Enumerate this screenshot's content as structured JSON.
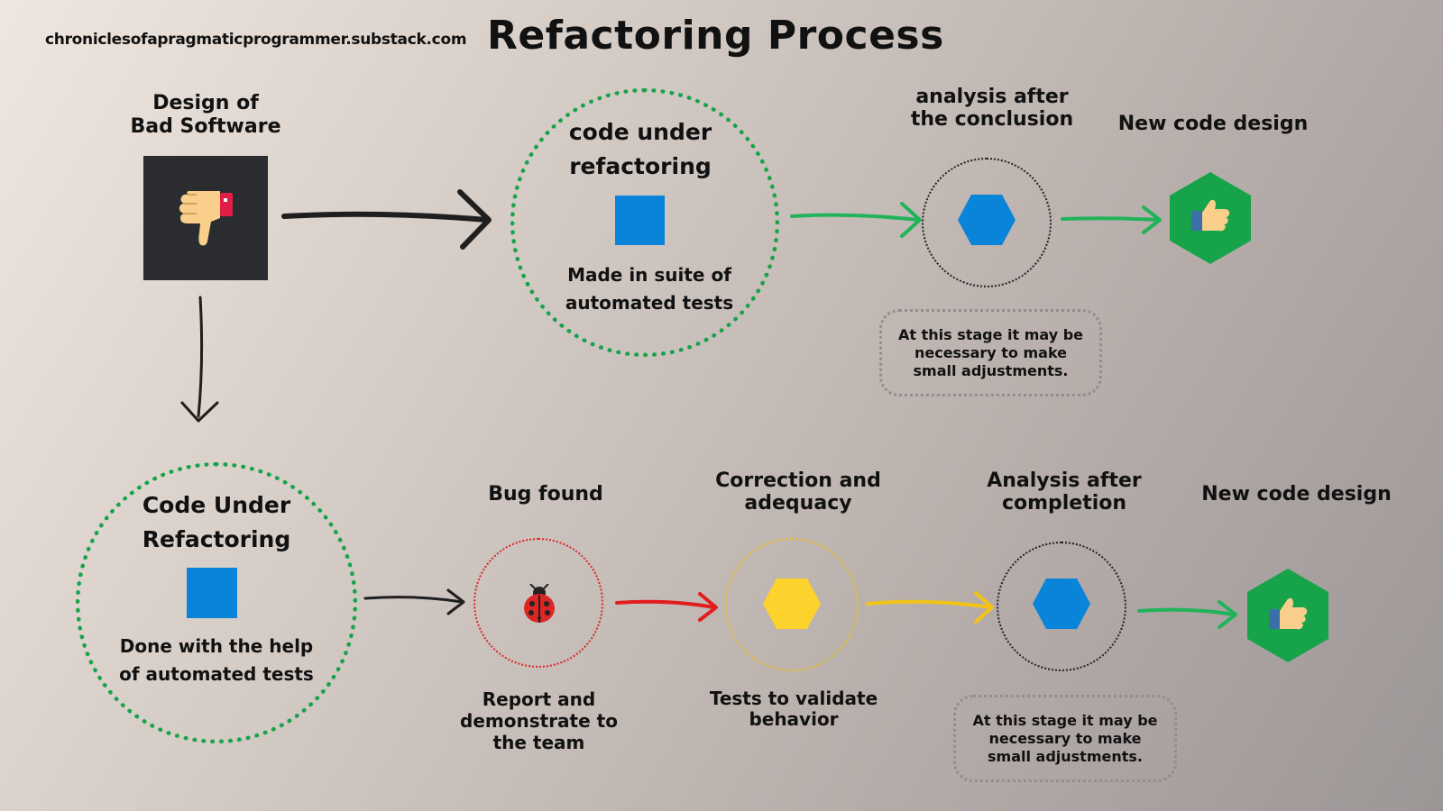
{
  "site": "chroniclesofapragmaticprogrammer.substack.com",
  "title": "Refactoring Process",
  "top": {
    "bad_design": "Design of\nBad Software",
    "circle_title": "code under\nrefactoring",
    "circle_sub": "Made in suite of\nautomated tests",
    "analysis": "analysis after\nthe conclusion",
    "new_design": "New code design",
    "note": "At this stage it may be necessary to make small adjustments."
  },
  "bottom": {
    "circle_title": "Code Under\nRefactoring",
    "circle_sub": "Done with the help\nof automated tests",
    "bug_found": "Bug found",
    "bug_sub": "Report and\ndemonstrate to\nthe team",
    "correction": "Correction and\nadequacy",
    "correction_sub": "Tests to validate\nbehavior",
    "analysis": "Analysis after\ncompletion",
    "new_design": "New code design",
    "note": "At this stage it may be necessary to make small adjustments."
  },
  "icons": {
    "thumbs_down": "thumbs-down-icon",
    "thumbs_up": "thumbs-up-icon",
    "ladybug": "ladybug-icon"
  },
  "colors": {
    "green": "#16a34a",
    "blue": "#0a84d8",
    "yellow": "#fcd22c",
    "red": "#dc2626",
    "dark": "#2a2c30"
  }
}
